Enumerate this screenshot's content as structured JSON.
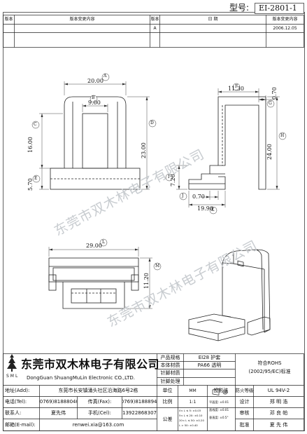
{
  "header": {
    "model_label": "型号:",
    "model_value": "EI-2801-1"
  },
  "revision_table": {
    "col_version": "版本",
    "col_change": "版本变更内容",
    "col_date": "日 期",
    "rows": [
      {
        "version": "A",
        "date": "2006.12.05"
      }
    ]
  },
  "watermark": "东莞市双木林电子有限公司",
  "dimensions": {
    "front": {
      "callout_a": "A",
      "width": "20.00",
      "callout_b": "B",
      "slot": "9.00",
      "callout_c": "C",
      "height_upper": "16.00",
      "callout_d": "D",
      "height_total": "23.00",
      "callout_e": "E",
      "height_base": "5.70"
    },
    "side": {
      "callout_f": "F",
      "top": "11.30",
      "callout_g": "G",
      "edge": "0.70",
      "callout_h": "H",
      "height": "24.00",
      "callout_i": "I",
      "step_height": "7.20",
      "callout_j": "J",
      "step": "0.70",
      "callout_k": "K",
      "width": "19.90"
    },
    "bottom": {
      "callout_l": "L",
      "width": "29.00",
      "callout_m": "M",
      "depth": "11.20"
    }
  },
  "title_block": {
    "company_cn": "东莞市双木林电子有限公司",
    "logo_text": "SML",
    "company_en": "DongGuan ShuangMuLin Electronic CO.,LTD.",
    "product_spec_label": "产品规格",
    "product_spec_value": "EI28 护套",
    "material_label": "本体材质",
    "material_value": "PA66 透明",
    "pin_material_label": "针脚材质",
    "pin_material_value": "",
    "pin_finish_label": "针脚处理",
    "pin_finish_value": "",
    "rohs_line1": "符合ROHS",
    "rohs_line2": "(2002/95/EC)标准",
    "address_label": "地址(Add):",
    "address_value": "东莞市长安镇涌头社区沿海路6号2栋",
    "tel_label": "电话(Tel):",
    "tel_value": "(0769)81888040",
    "fax_label": "传真(Fax):",
    "fax_value": "(0769)81888940",
    "contact_label": "联系人:",
    "contact_value": "夏先伟",
    "mobile_label": "手机(Cel):",
    "mobile_value": "13922868307",
    "email_label": "邮箱(E-mail):",
    "email_value": "renwei.xia@163.com",
    "unit_label": "单位",
    "unit_value": "MM",
    "scale_label": "比例",
    "scale_value": "1:1",
    "tolerance_label": "公差",
    "tolerance_lines": [
      "0< L ≤ 5: ±0.03",
      "5< L ≤ 20: ±0.10",
      "20< L ≤ 50: ±0.20",
      "L > 50: ±0.40"
    ],
    "projection_label": "投影法",
    "flatness_lines": [
      "平面度: ±0.01",
      "直线度: ±0.01",
      "垂直度: ±0.5°"
    ],
    "flame_label": "防火等级",
    "flame_value": "UL 94V-2",
    "design_label": "设计",
    "design_value": "郑 明 浩",
    "check_label": "审核",
    "check_value": "邓 良 帕",
    "approve_label": "批准",
    "approve_value": "夏 先 伟"
  }
}
